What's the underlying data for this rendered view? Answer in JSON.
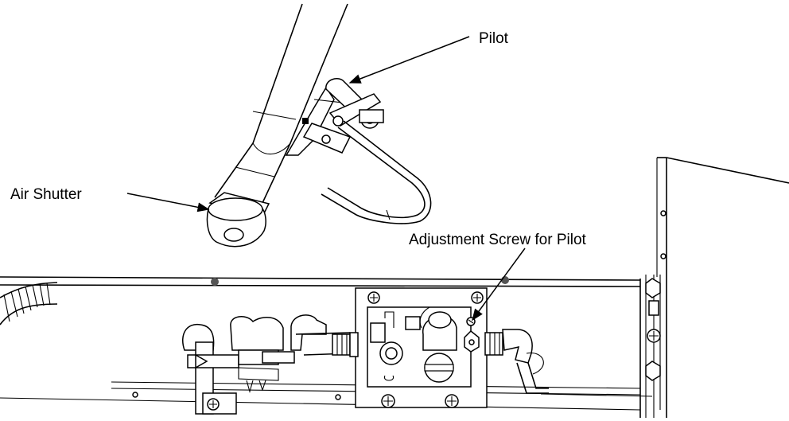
{
  "diagram": {
    "labels": {
      "pilot": "Pilot",
      "air_shutter": "Air Shutter",
      "adjustment_screw": "Adjustment Screw for Pilot"
    },
    "icons": [
      "screw-icon",
      "hex-nut-icon",
      "hose-icon",
      "arrow-icon"
    ]
  }
}
